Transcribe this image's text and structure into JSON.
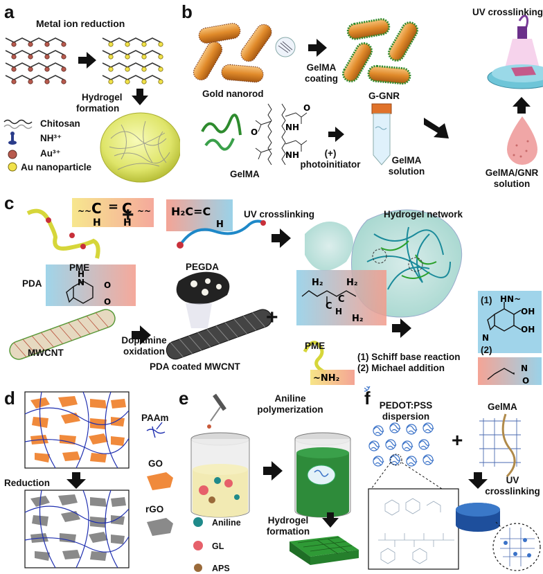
{
  "panels": {
    "a": {
      "label": "a",
      "title": "Metal ion reduction",
      "hydrogel_formation": [
        "Hydrogel",
        "formation"
      ],
      "legend": [
        "Chitosan",
        "NH³⁺",
        "Au³⁺",
        "Au nanoparticle"
      ]
    },
    "b": {
      "label": "b",
      "gold_nanorod": "Gold nanorod",
      "gelma_coating": [
        "GelMA",
        "coating"
      ],
      "ggnr": "G-GNR",
      "uv_crosslinking": "UV crosslinking",
      "gelma": "GelMA",
      "photoinitiator": [
        "(+)",
        "photoinitiator"
      ],
      "gelma_solution": [
        "GelMA",
        "solution"
      ],
      "gelma_gnr_solution": [
        "GelMA/GNR",
        "solution"
      ]
    },
    "c": {
      "label": "c",
      "pme": "PME",
      "pegda": "PEGDA",
      "uv_crosslinking": "UV crosslinking",
      "hydrogel_network": "Hydrogel network",
      "pda": "PDA",
      "mwcnt": "MWCNT",
      "dopamine_oxidation": [
        "Dopamine",
        "oxidation"
      ],
      "pda_coated": "PDA coated MWCNT",
      "pme2": "PME",
      "reactions": [
        "(1) Schiff base reaction",
        "(2) Michael addition"
      ],
      "markers": [
        "(1)",
        "(2)"
      ],
      "plus": "+"
    },
    "d": {
      "label": "d",
      "reduction": "Reduction",
      "legend": [
        "PAAm",
        "GO",
        "rGO"
      ]
    },
    "e": {
      "label": "e",
      "aniline_polymerization": [
        "Aniline",
        "polymerization"
      ],
      "hydrogel_formation": [
        "Hydrogel",
        "formation"
      ],
      "legend": [
        "Aniline",
        "GL",
        "APS"
      ]
    },
    "f": {
      "label": "f",
      "pedot": [
        "PEDOT:PSS",
        "dispersion"
      ],
      "gelma": "GelMA",
      "uv_crosslinking": [
        "UV",
        "crosslinking"
      ],
      "plus": "+"
    }
  },
  "colors": {
    "gold": "#e08a2a",
    "hydrogel_yellow": "#e7ec7a",
    "go_orange": "#f08a3c",
    "rgo_gray": "#8a8a8a",
    "paam_blue": "#1f2fb0",
    "green_gel": "#2e8b2e",
    "pedot_blue": "#3a72c8",
    "cylinder_blue": "#1e4f9c"
  }
}
